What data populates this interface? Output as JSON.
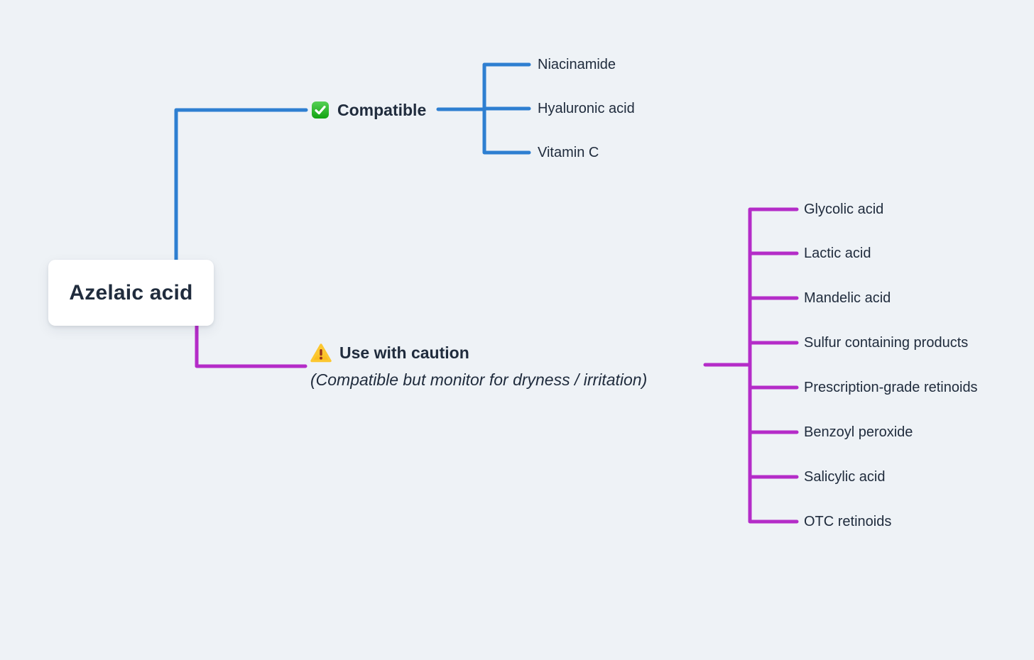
{
  "root": {
    "label": "Azelaic acid"
  },
  "branches": [
    {
      "label": "Compatible",
      "icon": "check-icon",
      "color": "#2e7fd1",
      "children": [
        "Niacinamide",
        "Hyaluronic acid",
        "Vitamin C"
      ]
    },
    {
      "label": "Use with caution",
      "subtitle": "(Compatible but monitor for dryness / irritation)",
      "icon": "warning-icon",
      "color": "#b42cc8",
      "children": [
        "Glycolic acid",
        "Lactic acid",
        "Mandelic acid",
        "Sulfur containing products",
        "Prescription-grade retinoids",
        "Benzoyl peroxide",
        "Salicylic acid",
        "OTC retinoids"
      ]
    }
  ],
  "colors": {
    "background": "#eef2f6",
    "text": "#202c3d",
    "node_bg": "#ffffff",
    "blue": "#2e7fd1",
    "magenta": "#b42cc8",
    "check_green": "#1fab2f",
    "warning_yellow": "#fdc730",
    "warning_mark": "#99331a"
  }
}
